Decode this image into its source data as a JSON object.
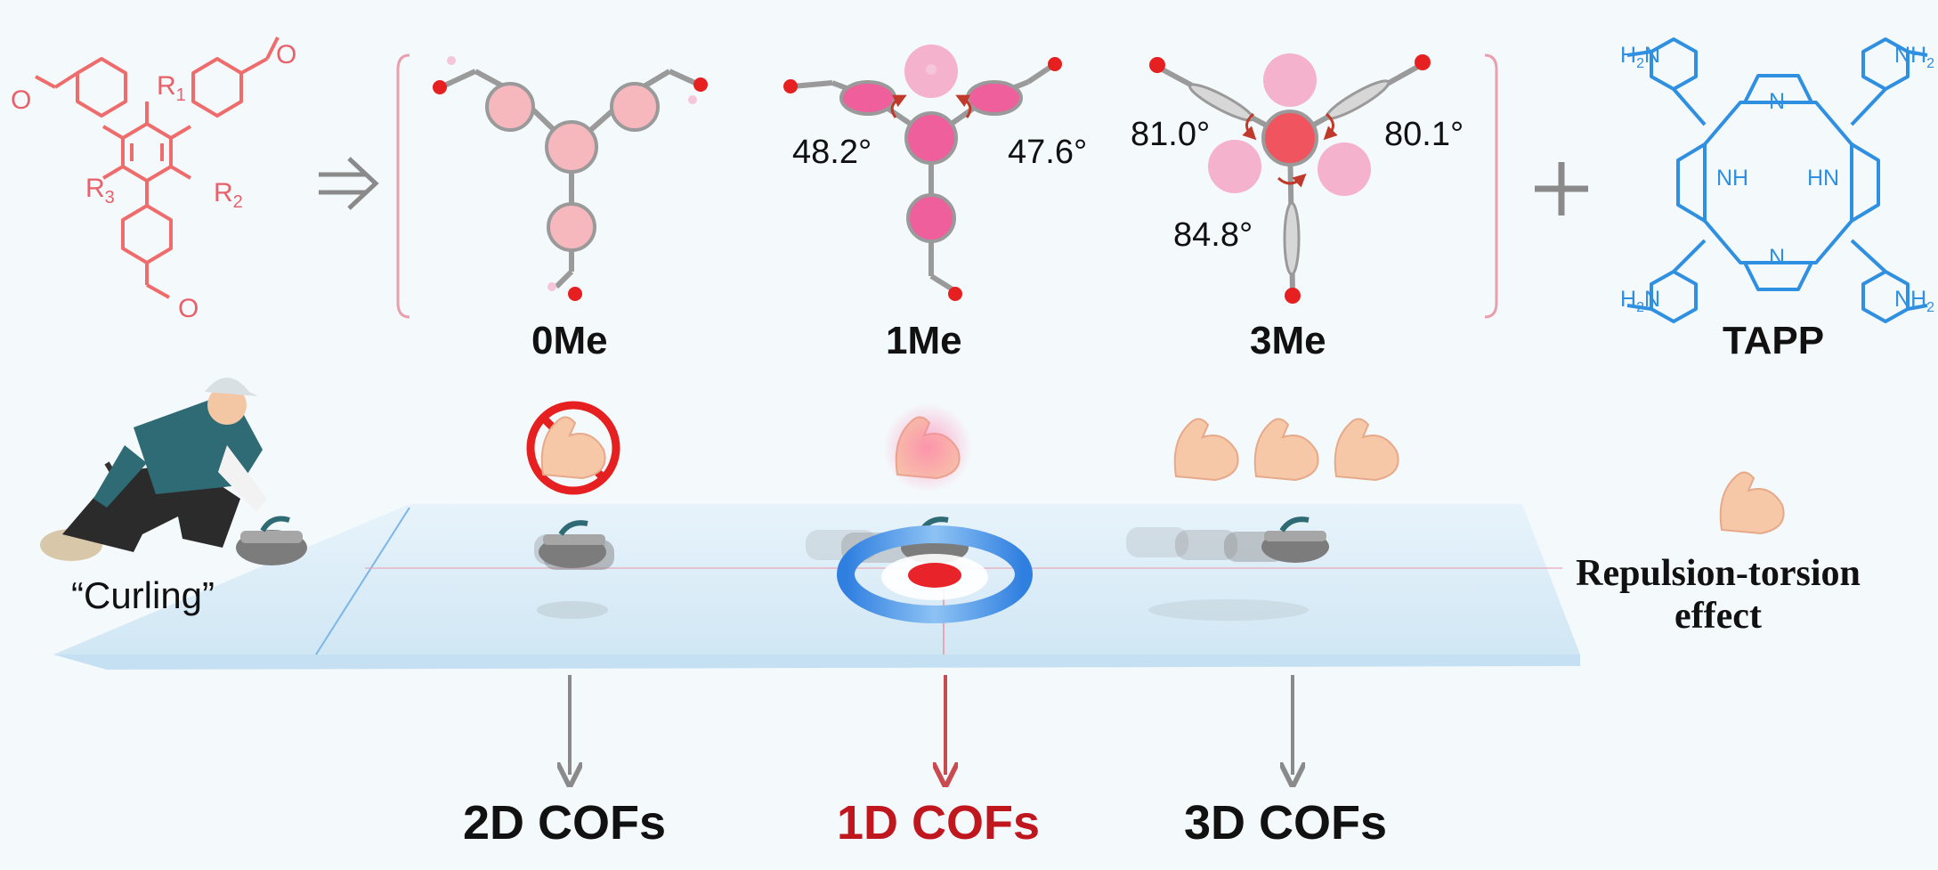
{
  "precursor": {
    "r1": "R",
    "r1_sub": "1",
    "r2": "R",
    "r2_sub": "2",
    "r3": "R",
    "r3_sub": "3",
    "aldehyde_o": "O"
  },
  "molecules": [
    {
      "name": "0Me",
      "angles": []
    },
    {
      "name": "1Me",
      "angles": [
        "48.2°",
        "47.6°"
      ]
    },
    {
      "name": "3Me",
      "angles": [
        "81.0°",
        "80.1°",
        "84.8°"
      ]
    }
  ],
  "tapp": {
    "name": "TAPP",
    "nh2_label": "H",
    "nh2_sub": "2",
    "nh2_n": "N",
    "nh": "NH",
    "hn": "HN",
    "n": "N"
  },
  "curling_label": "“Curling”",
  "legend": {
    "effect_line1": "Repulsion-torsion",
    "effect_line2": "effect"
  },
  "outcomes": [
    {
      "label": "2D COFs",
      "color": "#111111"
    },
    {
      "label": "1D COFs",
      "color": "#c0171f"
    },
    {
      "label": "3D COFs",
      "color": "#111111"
    }
  ],
  "colors": {
    "precursor": "#ef6c6c",
    "tapp": "#2f8fe0",
    "ring_light": "#f6b7bd",
    "ring_mid": "#ee5f9c",
    "ring_dark": "#f0555f",
    "ice": "#d9ecf7",
    "arrow_gray": "#8a8a8a",
    "arrow_red": "#c94b50"
  },
  "icons": {
    "flex": "flexed-biceps-icon",
    "forbidden": "prohibited-icon",
    "curler": "curler-icon",
    "stone": "curling-stone-icon",
    "house": "curling-target-icon"
  }
}
